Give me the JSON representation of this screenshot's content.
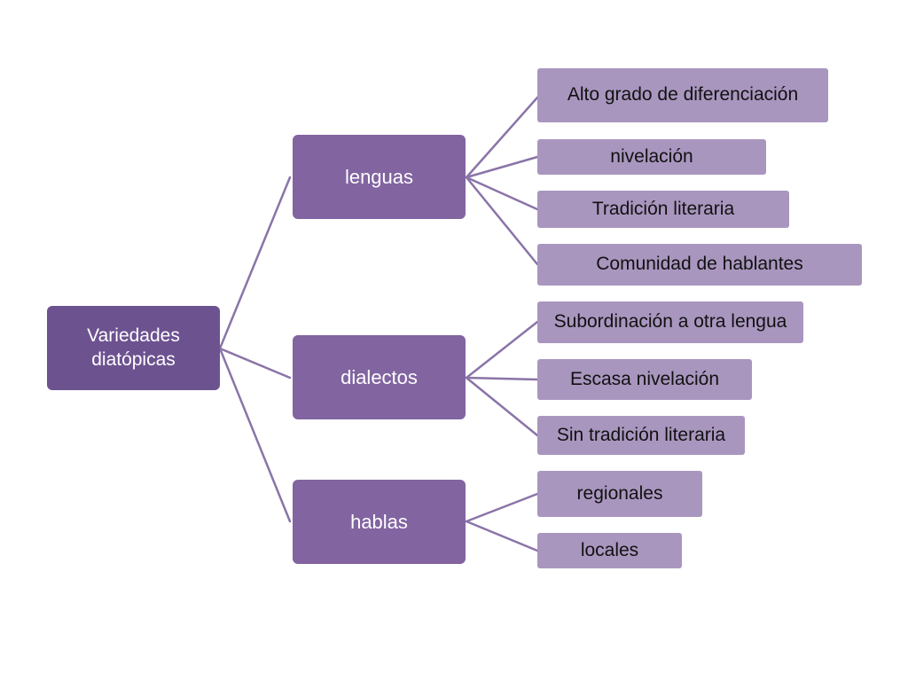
{
  "diagram": {
    "root": {
      "label": "Variedades diatópicas"
    },
    "branches": [
      {
        "label": "lenguas",
        "leaves": [
          "Alto grado de diferenciación",
          "nivelación",
          "Tradición literaria",
          "Comunidad de hablantes"
        ]
      },
      {
        "label": "dialectos",
        "leaves": [
          "Subordinación a otra lengua",
          "Escasa nivelación",
          "Sin tradición literaria"
        ]
      },
      {
        "label": "hablas",
        "leaves": [
          "regionales",
          "locales"
        ]
      }
    ]
  },
  "colors": {
    "root_fill": "#6d5290",
    "branch_fill": "#8264a1",
    "leaf_fill": "#a996bf",
    "connector": "#8a74a8"
  }
}
